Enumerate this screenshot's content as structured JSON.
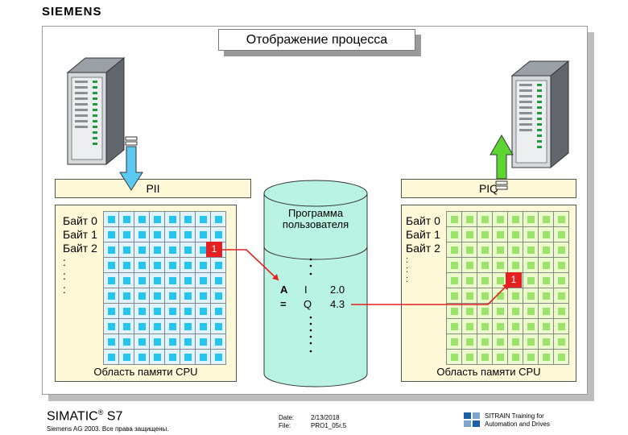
{
  "header": {
    "brand": "SIEMENS"
  },
  "slide": {
    "title": "Отображение процесса"
  },
  "pii": {
    "label": "PII",
    "bytes": [
      "Байт 0",
      "Байт 1",
      "Байт 2",
      ":",
      ":",
      ":"
    ],
    "set_bit_value": "1",
    "caption": "Область памяти CPU"
  },
  "piq": {
    "label": "PIQ",
    "bytes": [
      "Байт 0",
      "Байт 1",
      "Байт 2",
      ":",
      ":",
      ":"
    ],
    "set_bit_value": "1",
    "caption": "Область памяти CPU"
  },
  "program": {
    "label_line1": "Программа",
    "label_line2": "пользователя",
    "instr1": {
      "op": "A",
      "operand": "I",
      "address": "2.0"
    },
    "instr2": {
      "op": "=",
      "operand": "Q",
      "address": "4.3"
    }
  },
  "footer": {
    "product": "SIMATIC",
    "product_sup": "®",
    "product_model": "S7",
    "copyright": "Siemens AG 2003. Все права защищены.",
    "date_label": "Date:",
    "date_value": "2/13/2018",
    "file_label": "File:",
    "file_value": "PRO1_05r.5",
    "training_line1": "SITRAIN Training for",
    "training_line2": "Automation and Drives"
  },
  "colors": {
    "panel": "#fff9d8",
    "cylinder": "#b9f3e4",
    "input_arrow": "#5cc9f0",
    "output_arrow": "#5ed631",
    "signal": "#e42020"
  }
}
